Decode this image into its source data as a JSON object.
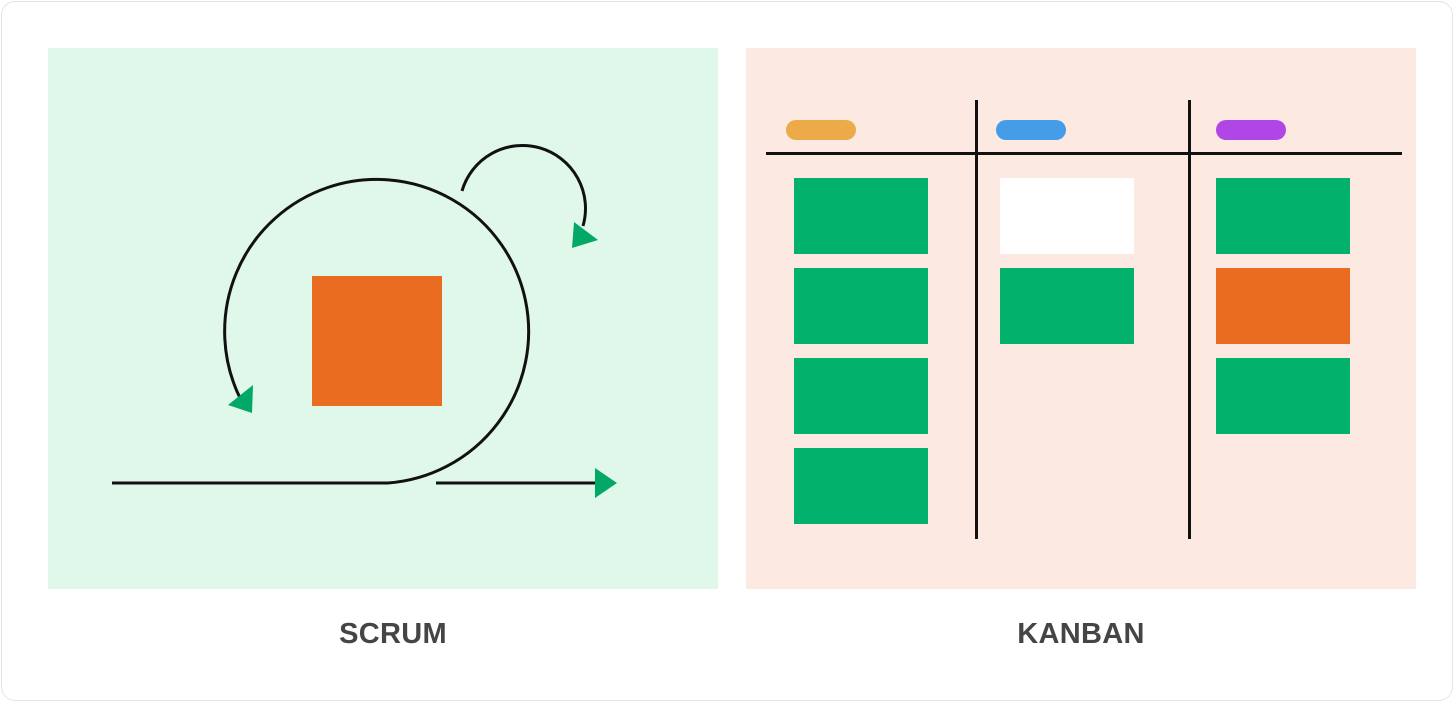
{
  "labels": {
    "scrum": "SCRUM",
    "kanban": "KANBAN"
  },
  "colors": {
    "scrum_bg": "#e0f8e9",
    "kanban_bg": "#fce9e1",
    "green": "#02b16c",
    "orange": "#ea6c20",
    "white": "#ffffff",
    "arrow": "#02a866",
    "line": "#111111",
    "caption": "#454545",
    "pill_1": "#edaa48",
    "pill_2": "#459de9",
    "pill_3": "#b046e6"
  },
  "kanban": {
    "columns": [
      {
        "pill_color": "#edaa48",
        "cards": [
          "green",
          "green",
          "green",
          "green"
        ]
      },
      {
        "pill_color": "#459de9",
        "cards": [
          "white",
          "green"
        ]
      },
      {
        "pill_color": "#b046e6",
        "cards": [
          "green",
          "orange",
          "green"
        ]
      }
    ]
  }
}
